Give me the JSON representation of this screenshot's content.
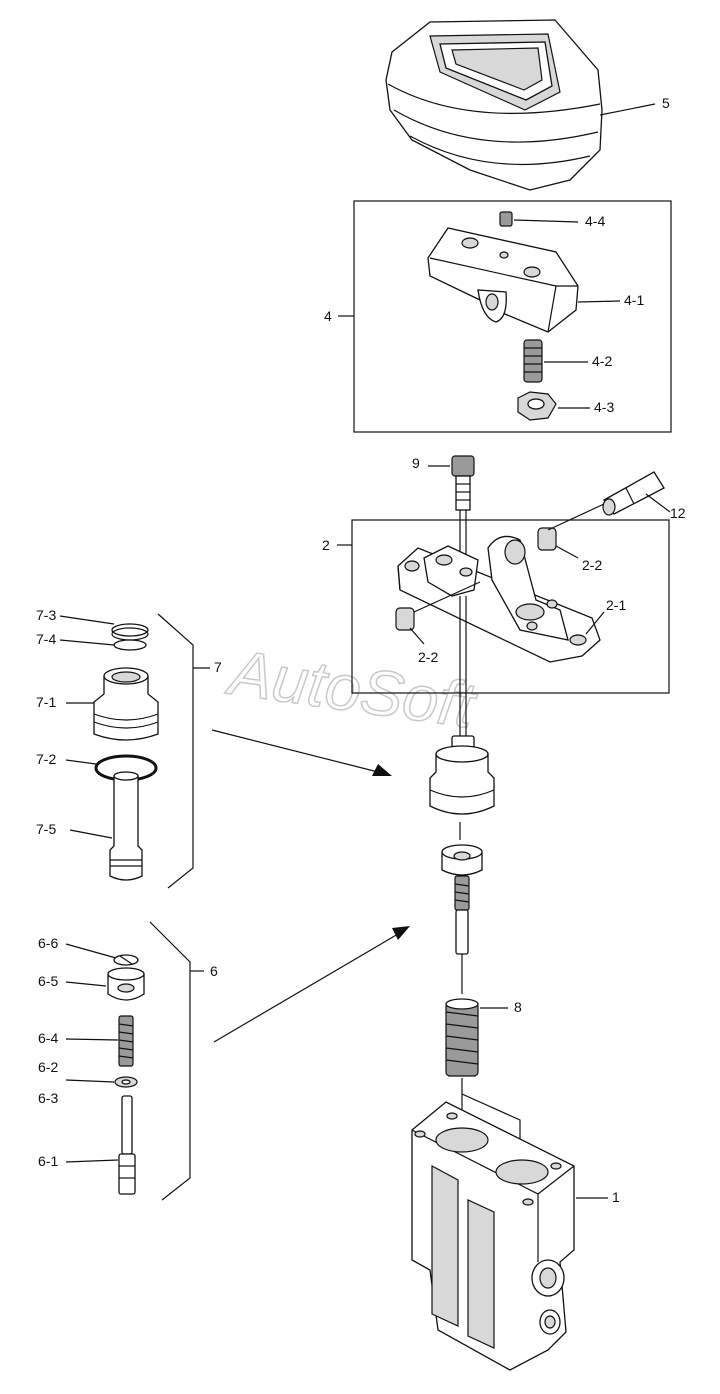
{
  "watermark": "AutoSoft",
  "labels": {
    "l5": "5",
    "l4": "4",
    "l4_4": "4-4",
    "l4_1": "4-1",
    "l4_2": "4-2",
    "l4_3": "4-3",
    "l9": "9",
    "l12": "12",
    "l2": "2",
    "l2_2a": "2-2",
    "l2_1": "2-1",
    "l2_2b": "2-2",
    "l7_3": "7-3",
    "l7_4": "7-4",
    "l7": "7",
    "l7_1": "7-1",
    "l7_2": "7-2",
    "l7_5": "7-5",
    "l6_6": "6-6",
    "l6": "6",
    "l6_5": "6-5",
    "l6_4": "6-4",
    "l6_2": "6-2",
    "l6_3": "6-3",
    "l6_1": "6-1",
    "l8": "8",
    "l1": "1"
  }
}
